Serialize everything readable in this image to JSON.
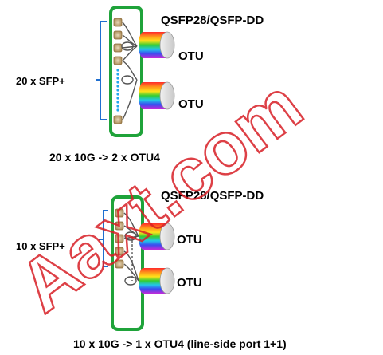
{
  "colors": {
    "accent_green": "#1fa33a",
    "bracket_blue": "#1f6fd0",
    "port_gold": "#b89a68",
    "dot_blue": "#22a6ee",
    "watermark_red": "#d81f26"
  },
  "watermark": {
    "text": "Aaxt.com"
  },
  "diagram_top": {
    "module_label": "QSFP28/QSFP-DD",
    "otu_labels": [
      "OTU",
      "OTU"
    ],
    "side_label": "20 x SFP+",
    "caption": "20 x 10G -> 2 x OTU4"
  },
  "diagram_bottom": {
    "module_label": "QSFP28/QSFP-DD",
    "otu_labels": [
      "OTU",
      "OTU"
    ],
    "side_label": "10 x SFP+",
    "caption": "10 x 10G -> 1 x OTU4 (line-side port 1+1)"
  }
}
